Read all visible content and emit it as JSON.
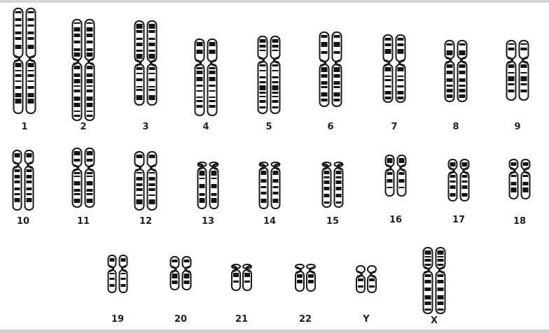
{
  "karyotype": {
    "chromosomes": [
      {
        "label": "1"
      },
      {
        "label": "2"
      },
      {
        "label": "3"
      },
      {
        "label": "4"
      },
      {
        "label": "5"
      },
      {
        "label": "6"
      },
      {
        "label": "7"
      },
      {
        "label": "8"
      },
      {
        "label": "9"
      },
      {
        "label": "10"
      },
      {
        "label": "11"
      },
      {
        "label": "12"
      },
      {
        "label": "13"
      },
      {
        "label": "14"
      },
      {
        "label": "15"
      },
      {
        "label": "16"
      },
      {
        "label": "17"
      },
      {
        "label": "18"
      },
      {
        "label": "19"
      },
      {
        "label": "20"
      },
      {
        "label": "21"
      },
      {
        "label": "22"
      },
      {
        "label": "Y"
      },
      {
        "label": "X"
      }
    ]
  },
  "colors": {
    "band": "#141414",
    "outline": "#1a1a1a",
    "fill": "#ffffff"
  }
}
